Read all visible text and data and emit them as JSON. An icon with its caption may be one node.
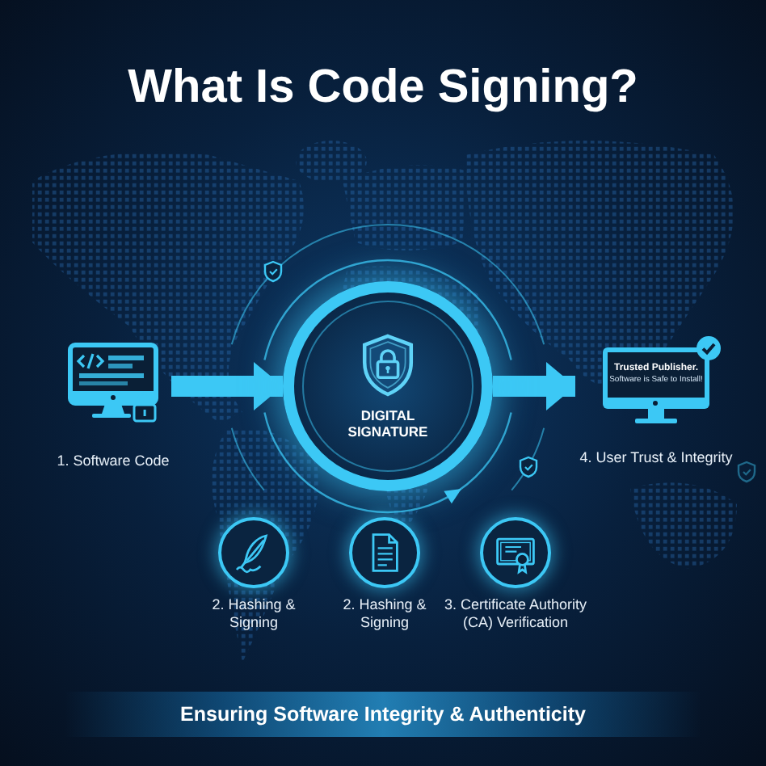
{
  "diagram": {
    "title": "What Is Code Signing?",
    "nodes": [
      {
        "text": [
          "1. Software Code"
        ]
      },
      {
        "text": [
          "DIGITAL SIGNATURE"
        ]
      },
      {
        "text": [
          "Trusted Publisher.",
          "Software is Safe to Install!",
          "4. User Trust & Integrity"
        ]
      },
      {
        "text": [
          "2. Hashing & Signing"
        ]
      },
      {
        "text": [
          "2. Hashing & Signing"
        ]
      },
      {
        "text": [
          "3. Certificate Authority (CA) Verification"
        ]
      }
    ],
    "edges": [
      {
        "from": 0,
        "to": 1,
        "arrow": "to"
      },
      {
        "from": 1,
        "to": 2,
        "arrow": "to"
      }
    ],
    "caption": "Ensuring Software Integrity & Authenticity"
  }
}
